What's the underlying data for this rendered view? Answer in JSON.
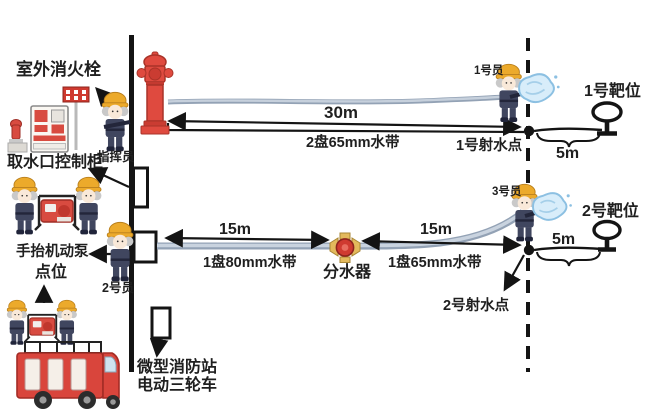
{
  "station": {
    "outdoor_hydrant": "室外消火栓",
    "intake_cabinet": "取水口控制柜",
    "commander": "指挥员",
    "hand_pump": "手抬机动泵",
    "pump_point": "点位",
    "member2": "2号员",
    "mini_station_line1": "微型消防站",
    "mini_station_line2": "电动三轮车"
  },
  "lane1": {
    "member": "1号员",
    "length": "30m",
    "hose": "2盘65mm水带",
    "jet_point": "1号射水点",
    "target": "1号靶位",
    "target_distance": "5m"
  },
  "lane2": {
    "member": "3号员",
    "seg1_length": "15m",
    "seg1_hose": "1盘80mm水带",
    "divider": "分水器",
    "seg2_length": "15m",
    "seg2_hose": "1盘65mm水带",
    "jet_point": "2号射水点",
    "target": "2号靶位",
    "target_distance": "5m"
  },
  "colors": {
    "hydrant_red": "#df4a3f",
    "hose_grey": "#a7b4c4",
    "helmet_yellow": "#ecaa2b",
    "uniform_navy": "#40465f",
    "water_blue": "#d8edfa",
    "truck_red": "#d9453c",
    "line_black": "#141414"
  }
}
